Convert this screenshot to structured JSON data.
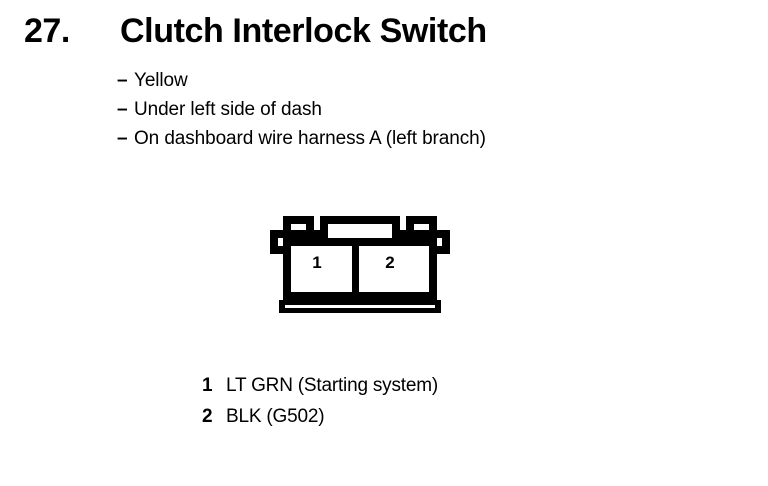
{
  "page": {
    "background_color": "#ffffff",
    "ink_color": "#000000"
  },
  "header": {
    "number": "27.",
    "title": "Clutch Interlock Switch"
  },
  "details": {
    "bullet_marker": "–",
    "items": [
      {
        "text": "Yellow"
      },
      {
        "text": "Under left side of dash"
      },
      {
        "text": "On dashboard wire harness A (left branch)"
      }
    ]
  },
  "connector": {
    "name": "2-way connector face view",
    "cavity_count": 2,
    "cavities": [
      {
        "number": "1"
      },
      {
        "number": "2"
      }
    ]
  },
  "legend": {
    "rows": [
      {
        "pin": "1",
        "description": "LT GRN (Starting system)"
      },
      {
        "pin": "2",
        "description": "BLK (G502)"
      }
    ]
  }
}
